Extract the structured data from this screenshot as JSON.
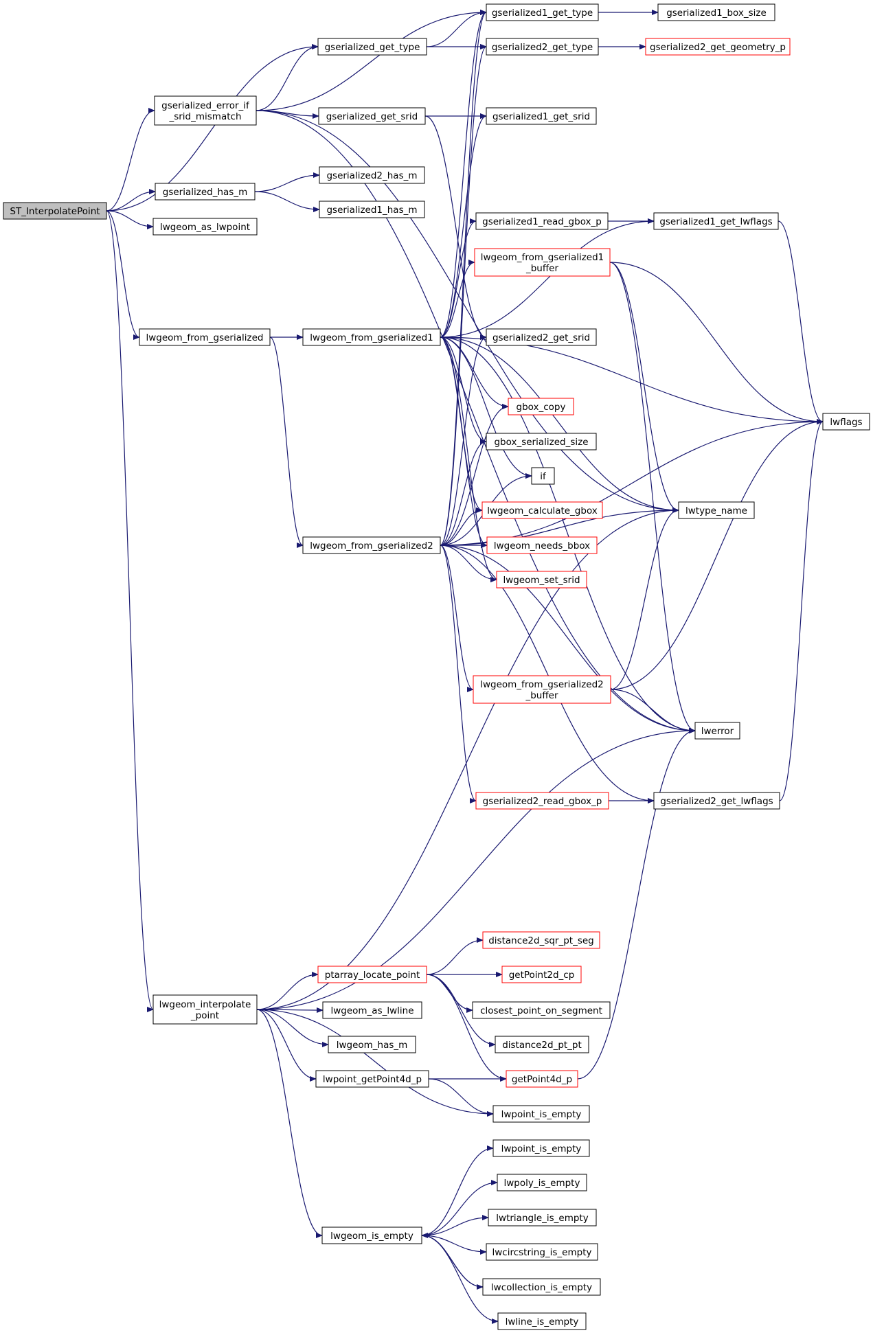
{
  "colors": {
    "edge": "#191970",
    "root_fill": "#bfbfbf",
    "node_border": "#000000",
    "link_border": "#ff0000",
    "node_fill": "#ffffff"
  },
  "nodes": {
    "st_interpolatepoint": {
      "lines": [
        "ST_InterpolatePoint"
      ],
      "style": "root"
    },
    "gserialized_error_if_srid_mismatch": {
      "lines": [
        "gserialized_error_if",
        "_srid_mismatch"
      ],
      "style": "normal"
    },
    "gserialized_has_m": {
      "lines": [
        "gserialized_has_m"
      ],
      "style": "normal"
    },
    "lwgeom_as_lwpoint": {
      "lines": [
        "lwgeom_as_lwpoint"
      ],
      "style": "normal"
    },
    "lwgeom_from_gserialized": {
      "lines": [
        "lwgeom_from_gserialized"
      ],
      "style": "normal"
    },
    "lwgeom_interpolate_point": {
      "lines": [
        "lwgeom_interpolate",
        "_point"
      ],
      "style": "normal"
    },
    "gserialized_get_type": {
      "lines": [
        "gserialized_get_type"
      ],
      "style": "normal"
    },
    "gserialized_get_srid": {
      "lines": [
        "gserialized_get_srid"
      ],
      "style": "normal"
    },
    "gserialized2_has_m": {
      "lines": [
        "gserialized2_has_m"
      ],
      "style": "normal"
    },
    "gserialized1_has_m": {
      "lines": [
        "gserialized1_has_m"
      ],
      "style": "normal"
    },
    "lwgeom_from_gserialized1": {
      "lines": [
        "lwgeom_from_gserialized1"
      ],
      "style": "normal"
    },
    "lwgeom_from_gserialized2": {
      "lines": [
        "lwgeom_from_gserialized2"
      ],
      "style": "normal"
    },
    "gserialized1_get_type": {
      "lines": [
        "gserialized1_get_type"
      ],
      "style": "normal"
    },
    "gserialized2_get_type": {
      "lines": [
        "gserialized2_get_type"
      ],
      "style": "normal"
    },
    "gserialized1_get_srid": {
      "lines": [
        "gserialized1_get_srid"
      ],
      "style": "normal"
    },
    "gserialized1_read_gbox_p": {
      "lines": [
        "gserialized1_read_gbox_p"
      ],
      "style": "normal"
    },
    "lwgeom_from_gserialized1_buffer": {
      "lines": [
        "lwgeom_from_gserialized1",
        "_buffer"
      ],
      "style": "red"
    },
    "gserialized2_get_srid": {
      "lines": [
        "gserialized2_get_srid"
      ],
      "style": "normal"
    },
    "gbox_copy": {
      "lines": [
        "gbox_copy"
      ],
      "style": "red"
    },
    "gbox_serialized_size": {
      "lines": [
        "gbox_serialized_size"
      ],
      "style": "normal"
    },
    "if": {
      "lines": [
        "if"
      ],
      "style": "normal"
    },
    "lwgeom_calculate_gbox": {
      "lines": [
        "lwgeom_calculate_gbox"
      ],
      "style": "red"
    },
    "lwgeom_needs_bbox": {
      "lines": [
        "lwgeom_needs_bbox"
      ],
      "style": "red"
    },
    "lwgeom_set_srid": {
      "lines": [
        "lwgeom_set_srid"
      ],
      "style": "red"
    },
    "lwgeom_from_gserialized2_buffer": {
      "lines": [
        "lwgeom_from_gserialized2",
        "_buffer"
      ],
      "style": "red"
    },
    "gserialized2_read_gbox_p": {
      "lines": [
        "gserialized2_read_gbox_p"
      ],
      "style": "red"
    },
    "gserialized1_box_size": {
      "lines": [
        "gserialized1_box_size"
      ],
      "style": "normal"
    },
    "gserialized2_get_geometry_p": {
      "lines": [
        "gserialized2_get_geometry_p"
      ],
      "style": "red"
    },
    "gserialized1_get_lwflags": {
      "lines": [
        "gserialized1_get_lwflags"
      ],
      "style": "normal"
    },
    "lwtype_name": {
      "lines": [
        "lwtype_name"
      ],
      "style": "normal"
    },
    "lwerror": {
      "lines": [
        "lwerror"
      ],
      "style": "normal"
    },
    "gserialized2_get_lwflags": {
      "lines": [
        "gserialized2_get_lwflags"
      ],
      "style": "normal"
    },
    "lwflags": {
      "lines": [
        "lwflags"
      ],
      "style": "normal"
    },
    "ptarray_locate_point": {
      "lines": [
        "ptarray_locate_point"
      ],
      "style": "red"
    },
    "lwgeom_as_lwline": {
      "lines": [
        "lwgeom_as_lwline"
      ],
      "style": "normal"
    },
    "lwgeom_has_m": {
      "lines": [
        "lwgeom_has_m"
      ],
      "style": "normal"
    },
    "lwpoint_getpoint4d_p": {
      "lines": [
        "lwpoint_getPoint4d_p"
      ],
      "style": "normal"
    },
    "lwgeom_is_empty": {
      "lines": [
        "lwgeom_is_empty"
      ],
      "style": "normal"
    },
    "distance2d_sqr_pt_seg": {
      "lines": [
        "distance2d_sqr_pt_seg"
      ],
      "style": "red"
    },
    "getpoint2d_cp": {
      "lines": [
        "getPoint2d_cp"
      ],
      "style": "red"
    },
    "closest_point_on_segment": {
      "lines": [
        "closest_point_on_segment"
      ],
      "style": "normal"
    },
    "distance2d_pt_pt": {
      "lines": [
        "distance2d_pt_pt"
      ],
      "style": "normal"
    },
    "getpoint4d_p": {
      "lines": [
        "getPoint4d_p"
      ],
      "style": "red"
    },
    "lwpoint_is_empty_a": {
      "lines": [
        "lwpoint_is_empty"
      ],
      "style": "normal"
    },
    "lwpoint_is_empty_b": {
      "lines": [
        "lwpoint_is_empty"
      ],
      "style": "normal"
    },
    "lwpoly_is_empty": {
      "lines": [
        "lwpoly_is_empty"
      ],
      "style": "normal"
    },
    "lwtriangle_is_empty": {
      "lines": [
        "lwtriangle_is_empty"
      ],
      "style": "normal"
    },
    "lwcircstring_is_empty": {
      "lines": [
        "lwcircstring_is_empty"
      ],
      "style": "normal"
    },
    "lwcollection_is_empty": {
      "lines": [
        "lwcollection_is_empty"
      ],
      "style": "normal"
    },
    "lwline_is_empty": {
      "lines": [
        "lwline_is_empty"
      ],
      "style": "normal"
    }
  },
  "edges": [
    [
      "st_interpolatepoint",
      "gserialized_get_type"
    ],
    [
      "st_interpolatepoint",
      "gserialized_error_if_srid_mismatch"
    ],
    [
      "st_interpolatepoint",
      "gserialized_has_m"
    ],
    [
      "st_interpolatepoint",
      "lwgeom_as_lwpoint"
    ],
    [
      "st_interpolatepoint",
      "lwgeom_from_gserialized"
    ],
    [
      "st_interpolatepoint",
      "lwgeom_interpolate_point"
    ],
    [
      "gserialized_error_if_srid_mismatch",
      "gserialized1_get_type"
    ],
    [
      "gserialized_error_if_srid_mismatch",
      "gserialized_get_type"
    ],
    [
      "gserialized_error_if_srid_mismatch",
      "gserialized_get_srid"
    ],
    [
      "gserialized_error_if_srid_mismatch",
      "lwtype_name"
    ],
    [
      "gserialized_error_if_srid_mismatch",
      "lwerror"
    ],
    [
      "gserialized_get_type",
      "gserialized1_get_type"
    ],
    [
      "gserialized_get_type",
      "gserialized2_get_type"
    ],
    [
      "gserialized_get_srid",
      "gserialized1_get_srid"
    ],
    [
      "gserialized_get_srid",
      "gserialized2_get_srid"
    ],
    [
      "gserialized1_get_type",
      "gserialized1_box_size"
    ],
    [
      "gserialized2_get_type",
      "gserialized2_get_geometry_p"
    ],
    [
      "gserialized_has_m",
      "gserialized2_has_m"
    ],
    [
      "gserialized_has_m",
      "gserialized1_has_m"
    ],
    [
      "lwgeom_from_gserialized",
      "lwgeom_from_gserialized1"
    ],
    [
      "lwgeom_from_gserialized",
      "lwgeom_from_gserialized2"
    ],
    [
      "lwgeom_from_gserialized1",
      "gserialized1_get_type"
    ],
    [
      "lwgeom_from_gserialized1",
      "gserialized1_get_srid"
    ],
    [
      "lwgeom_from_gserialized1",
      "lwflags"
    ],
    [
      "lwgeom_from_gserialized1",
      "gserialized1_get_lwflags"
    ],
    [
      "lwgeom_from_gserialized1",
      "gserialized1_read_gbox_p"
    ],
    [
      "lwgeom_from_gserialized1",
      "lwgeom_from_gserialized1_buffer"
    ],
    [
      "lwgeom_from_gserialized1",
      "lwtype_name"
    ],
    [
      "lwgeom_from_gserialized1",
      "lwerror"
    ],
    [
      "lwgeom_from_gserialized1",
      "gbox_copy"
    ],
    [
      "lwgeom_from_gserialized1",
      "gbox_serialized_size"
    ],
    [
      "lwgeom_from_gserialized1",
      "if"
    ],
    [
      "lwgeom_from_gserialized1",
      "lwgeom_calculate_gbox"
    ],
    [
      "lwgeom_from_gserialized1",
      "lwgeom_needs_bbox"
    ],
    [
      "lwgeom_from_gserialized1",
      "lwgeom_set_srid"
    ],
    [
      "gserialized1_read_gbox_p",
      "gserialized1_get_lwflags"
    ],
    [
      "gserialized1_get_lwflags",
      "lwflags"
    ],
    [
      "lwgeom_from_gserialized1_buffer",
      "lwflags"
    ],
    [
      "lwgeom_from_gserialized1_buffer",
      "lwtype_name"
    ],
    [
      "lwgeom_from_gserialized1_buffer",
      "lwerror"
    ],
    [
      "lwgeom_from_gserialized2",
      "gserialized1_get_type"
    ],
    [
      "lwgeom_from_gserialized2",
      "gserialized2_get_type"
    ],
    [
      "lwgeom_from_gserialized2",
      "gserialized2_get_srid"
    ],
    [
      "lwgeom_from_gserialized2",
      "gbox_copy"
    ],
    [
      "lwgeom_from_gserialized2",
      "gbox_serialized_size"
    ],
    [
      "lwgeom_from_gserialized2",
      "if"
    ],
    [
      "lwgeom_from_gserialized2",
      "lwgeom_calculate_gbox"
    ],
    [
      "lwgeom_from_gserialized2",
      "lwgeom_needs_bbox"
    ],
    [
      "lwgeom_from_gserialized2",
      "lwgeom_set_srid"
    ],
    [
      "lwgeom_from_gserialized2",
      "lwtype_name"
    ],
    [
      "lwgeom_from_gserialized2",
      "lwgeom_from_gserialized2_buffer"
    ],
    [
      "lwgeom_from_gserialized2",
      "lwerror"
    ],
    [
      "lwgeom_from_gserialized2",
      "gserialized2_read_gbox_p"
    ],
    [
      "lwgeom_from_gserialized2",
      "gserialized2_get_lwflags"
    ],
    [
      "lwgeom_from_gserialized2",
      "lwflags"
    ],
    [
      "lwgeom_from_gserialized2_buffer",
      "lwflags"
    ],
    [
      "lwgeom_from_gserialized2_buffer",
      "lwtype_name"
    ],
    [
      "lwgeom_from_gserialized2_buffer",
      "lwerror"
    ],
    [
      "gserialized2_read_gbox_p",
      "gserialized2_get_lwflags"
    ],
    [
      "gserialized2_get_lwflags",
      "lwflags"
    ],
    [
      "lwgeom_interpolate_point",
      "lwtype_name"
    ],
    [
      "lwgeom_interpolate_point",
      "lwerror"
    ],
    [
      "lwgeom_interpolate_point",
      "ptarray_locate_point"
    ],
    [
      "lwgeom_interpolate_point",
      "lwgeom_as_lwline"
    ],
    [
      "lwgeom_interpolate_point",
      "lwgeom_has_m"
    ],
    [
      "lwgeom_interpolate_point",
      "lwpoint_getpoint4d_p"
    ],
    [
      "lwgeom_interpolate_point",
      "lwpoint_is_empty_a"
    ],
    [
      "lwgeom_interpolate_point",
      "lwgeom_is_empty"
    ],
    [
      "ptarray_locate_point",
      "distance2d_sqr_pt_seg"
    ],
    [
      "ptarray_locate_point",
      "getpoint2d_cp"
    ],
    [
      "ptarray_locate_point",
      "closest_point_on_segment"
    ],
    [
      "ptarray_locate_point",
      "distance2d_pt_pt"
    ],
    [
      "ptarray_locate_point",
      "getpoint4d_p"
    ],
    [
      "lwpoint_getpoint4d_p",
      "getpoint4d_p"
    ],
    [
      "lwpoint_getpoint4d_p",
      "lwpoint_is_empty_a"
    ],
    [
      "getpoint4d_p",
      "lwerror"
    ],
    [
      "lwgeom_is_empty",
      "lwpoint_is_empty_b"
    ],
    [
      "lwgeom_is_empty",
      "lwpoly_is_empty"
    ],
    [
      "lwgeom_is_empty",
      "lwtriangle_is_empty"
    ],
    [
      "lwgeom_is_empty",
      "lwcircstring_is_empty"
    ],
    [
      "lwgeom_is_empty",
      "lwcollection_is_empty"
    ],
    [
      "lwgeom_is_empty",
      "lwline_is_empty"
    ],
    [
      "lwcollection_is_empty",
      "lwgeom_is_empty"
    ]
  ]
}
